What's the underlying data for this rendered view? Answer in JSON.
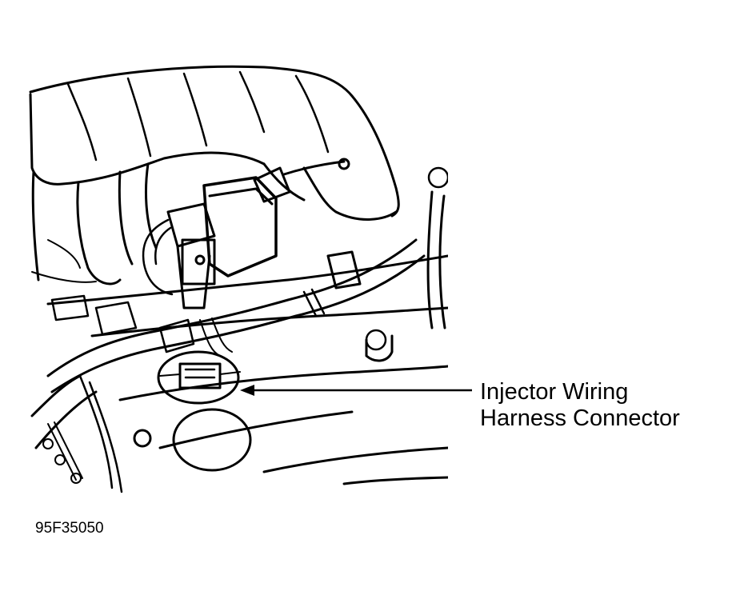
{
  "callout": {
    "line1": "Injector Wiring",
    "line2": "Harness Connector"
  },
  "figure_id": "95F35050",
  "colors": {
    "ink": "#000000",
    "paper": "#ffffff"
  }
}
